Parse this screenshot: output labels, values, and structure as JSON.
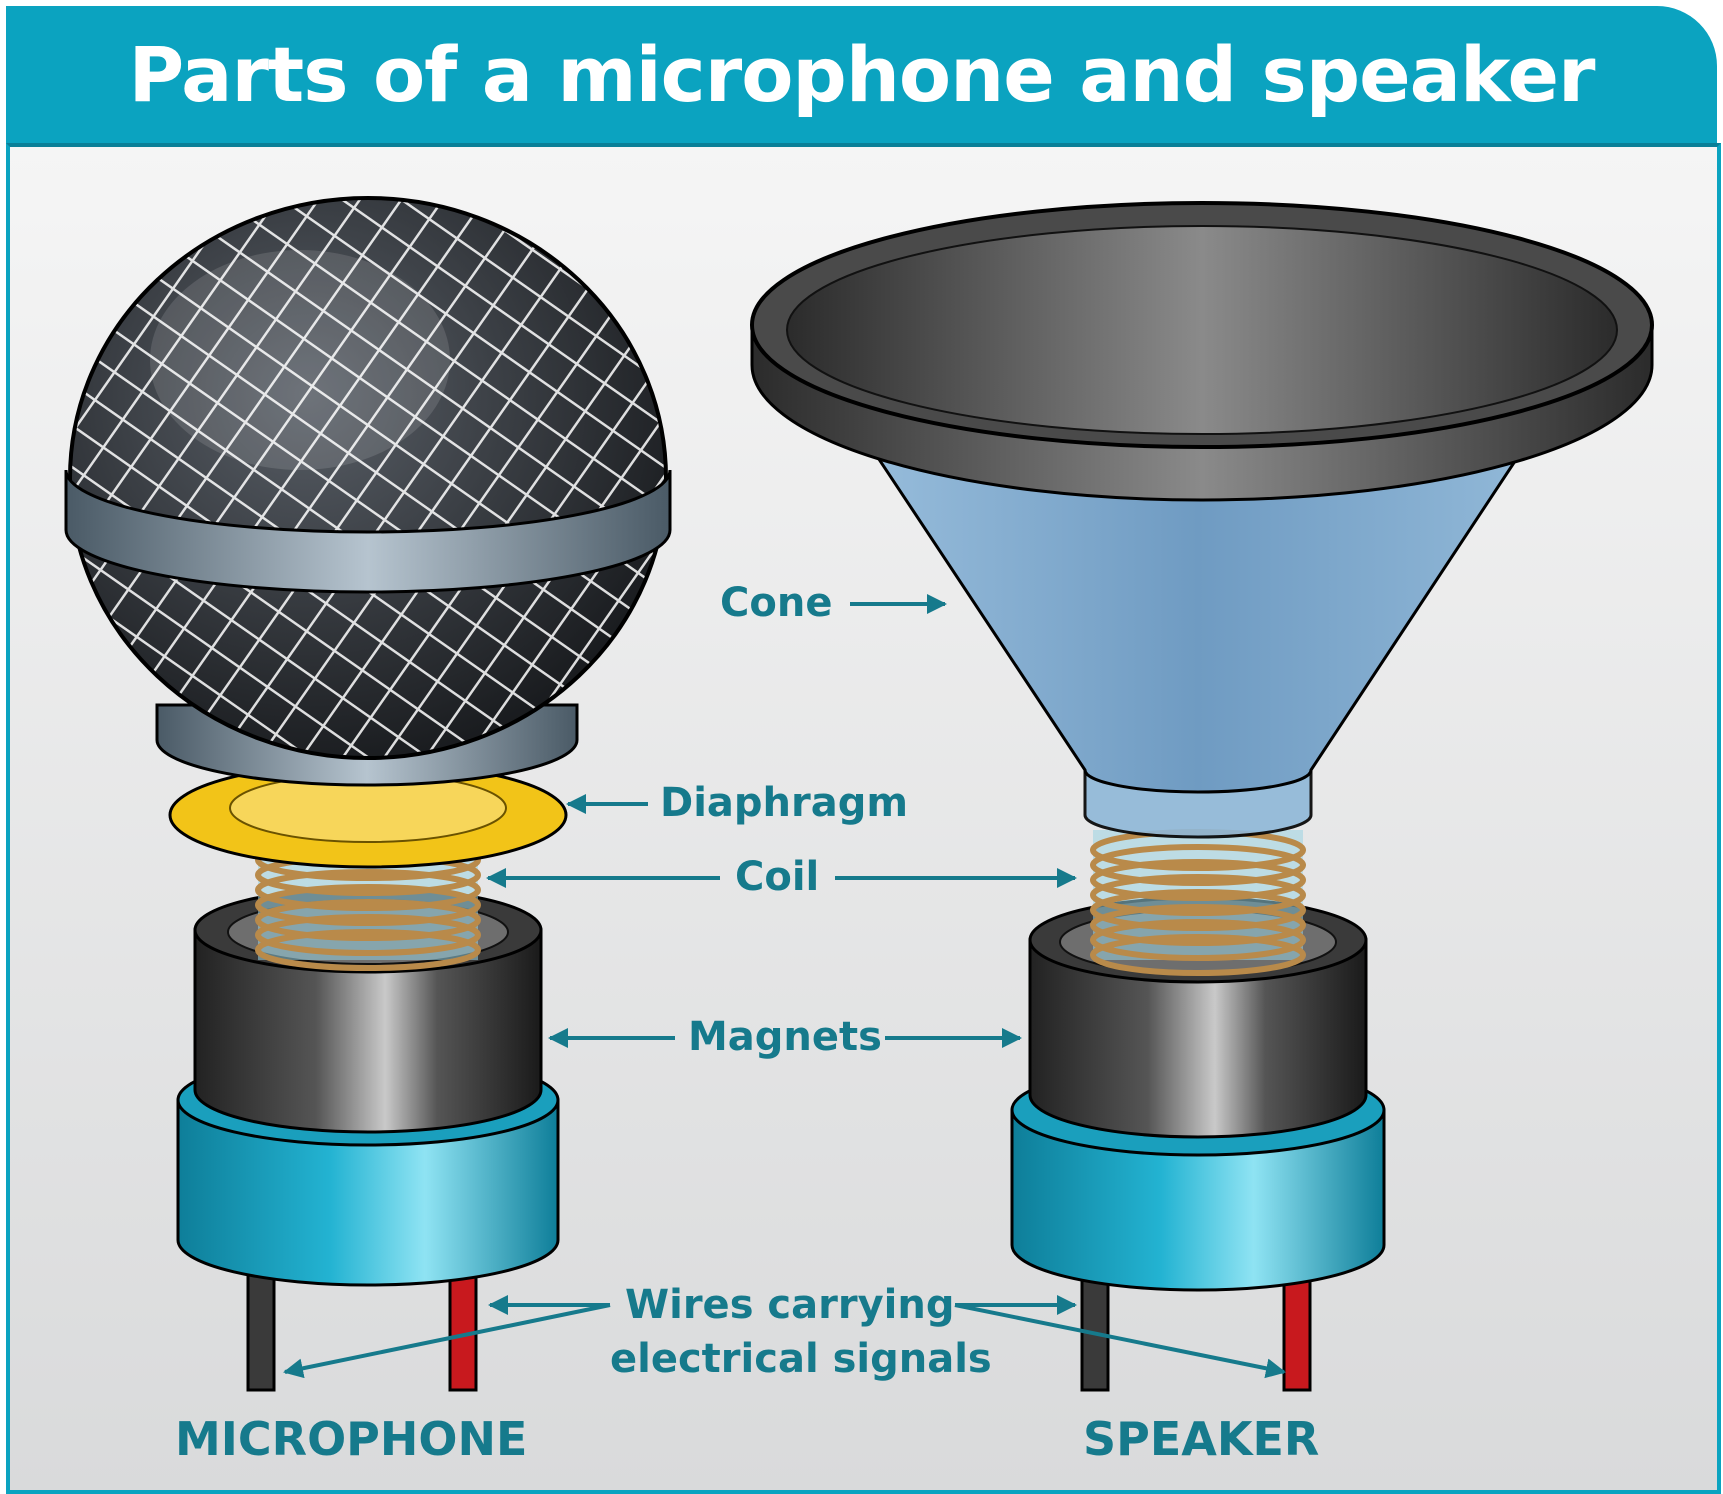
{
  "title": "Parts of a microphone and speaker",
  "labels": {
    "cone": "Cone",
    "diaphragm": "Diaphragm",
    "coil": "Coil",
    "magnets": "Magnets",
    "wires_line1": "Wires carrying",
    "wires_line2": "electrical signals"
  },
  "captions": {
    "microphone": "MICROPHONE",
    "speaker": "SPEAKER"
  },
  "colors": {
    "title_bar": "#0ba3c0",
    "label_text": "#167a8c",
    "base_ring": "#1fa9c9",
    "diaphragm": "#f2c418",
    "cone": "#7fa9cc",
    "coil": "#b98a4a",
    "wire_red": "#c8191e"
  }
}
